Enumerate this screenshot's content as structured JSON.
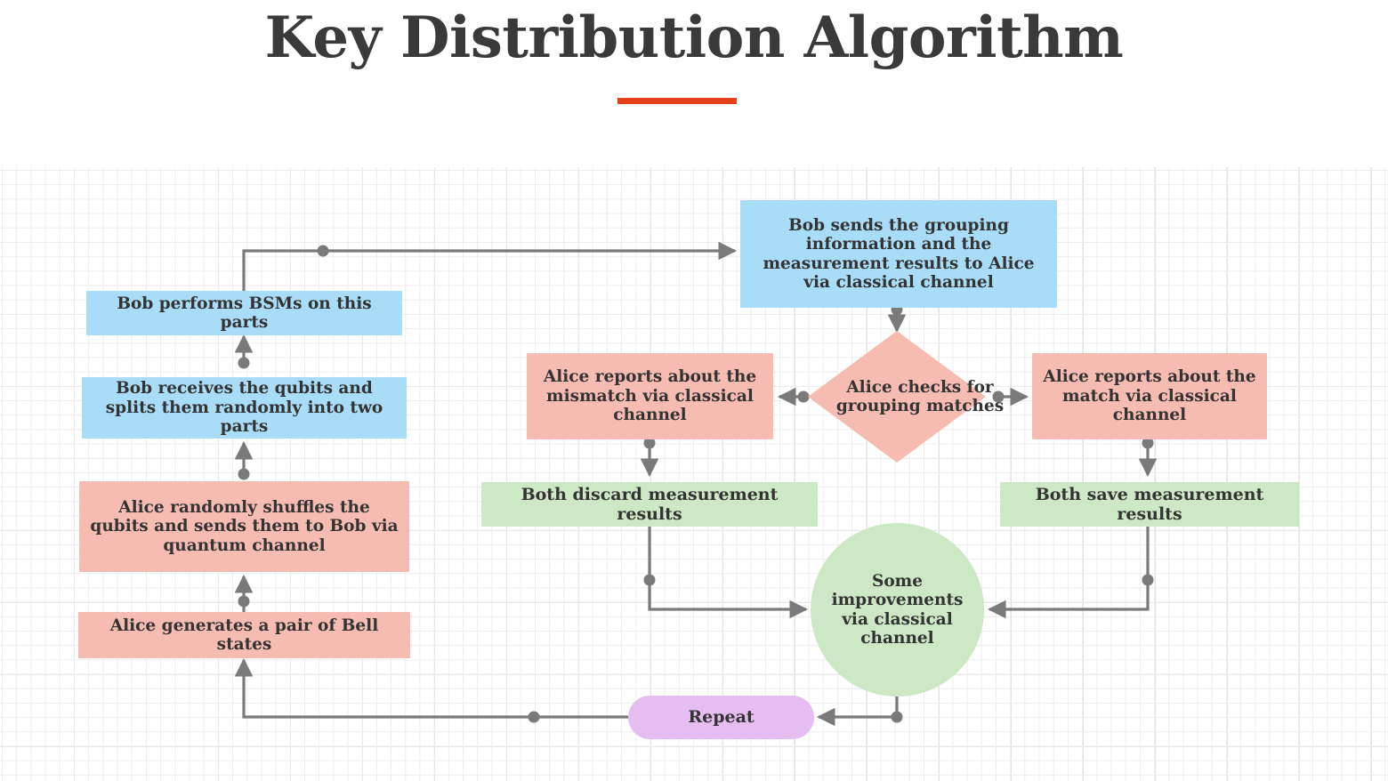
{
  "header": {
    "title": "Key Distribution Algorithm",
    "rule_color": "#e8401b"
  },
  "palette": {
    "blue": "#a9dcf7",
    "pink": "#f7bcb1",
    "green": "#cde8c5",
    "purple": "#e6bdf0",
    "edge": "#7a7a7a",
    "text": "#333333",
    "grid_minor": "#ededed",
    "grid_major": "#e2e2e2"
  },
  "diagram": {
    "nodes": {
      "bob_sends": "Bob sends the grouping information and the measurement results to Alice via classical channel",
      "bob_bsm": "Bob performs BSMs on this parts",
      "bob_receives": "Bob receives the qubits and splits them randomly into two parts",
      "alice_shuffles": "Alice randomly shuffles the qubits and sends them to Bob via quantum channel",
      "alice_bell": "Alice generates a pair of Bell states",
      "alice_checks": "Alice checks for grouping matches",
      "alice_mismatch": "Alice reports about the mismatch via classical channel",
      "alice_match": "Alice reports about the match via classical channel",
      "both_discard": "Both discard measurement results",
      "both_save": "Both save measurement results",
      "improvements": "Some improvements via classical channel",
      "repeat": "Repeat"
    }
  }
}
